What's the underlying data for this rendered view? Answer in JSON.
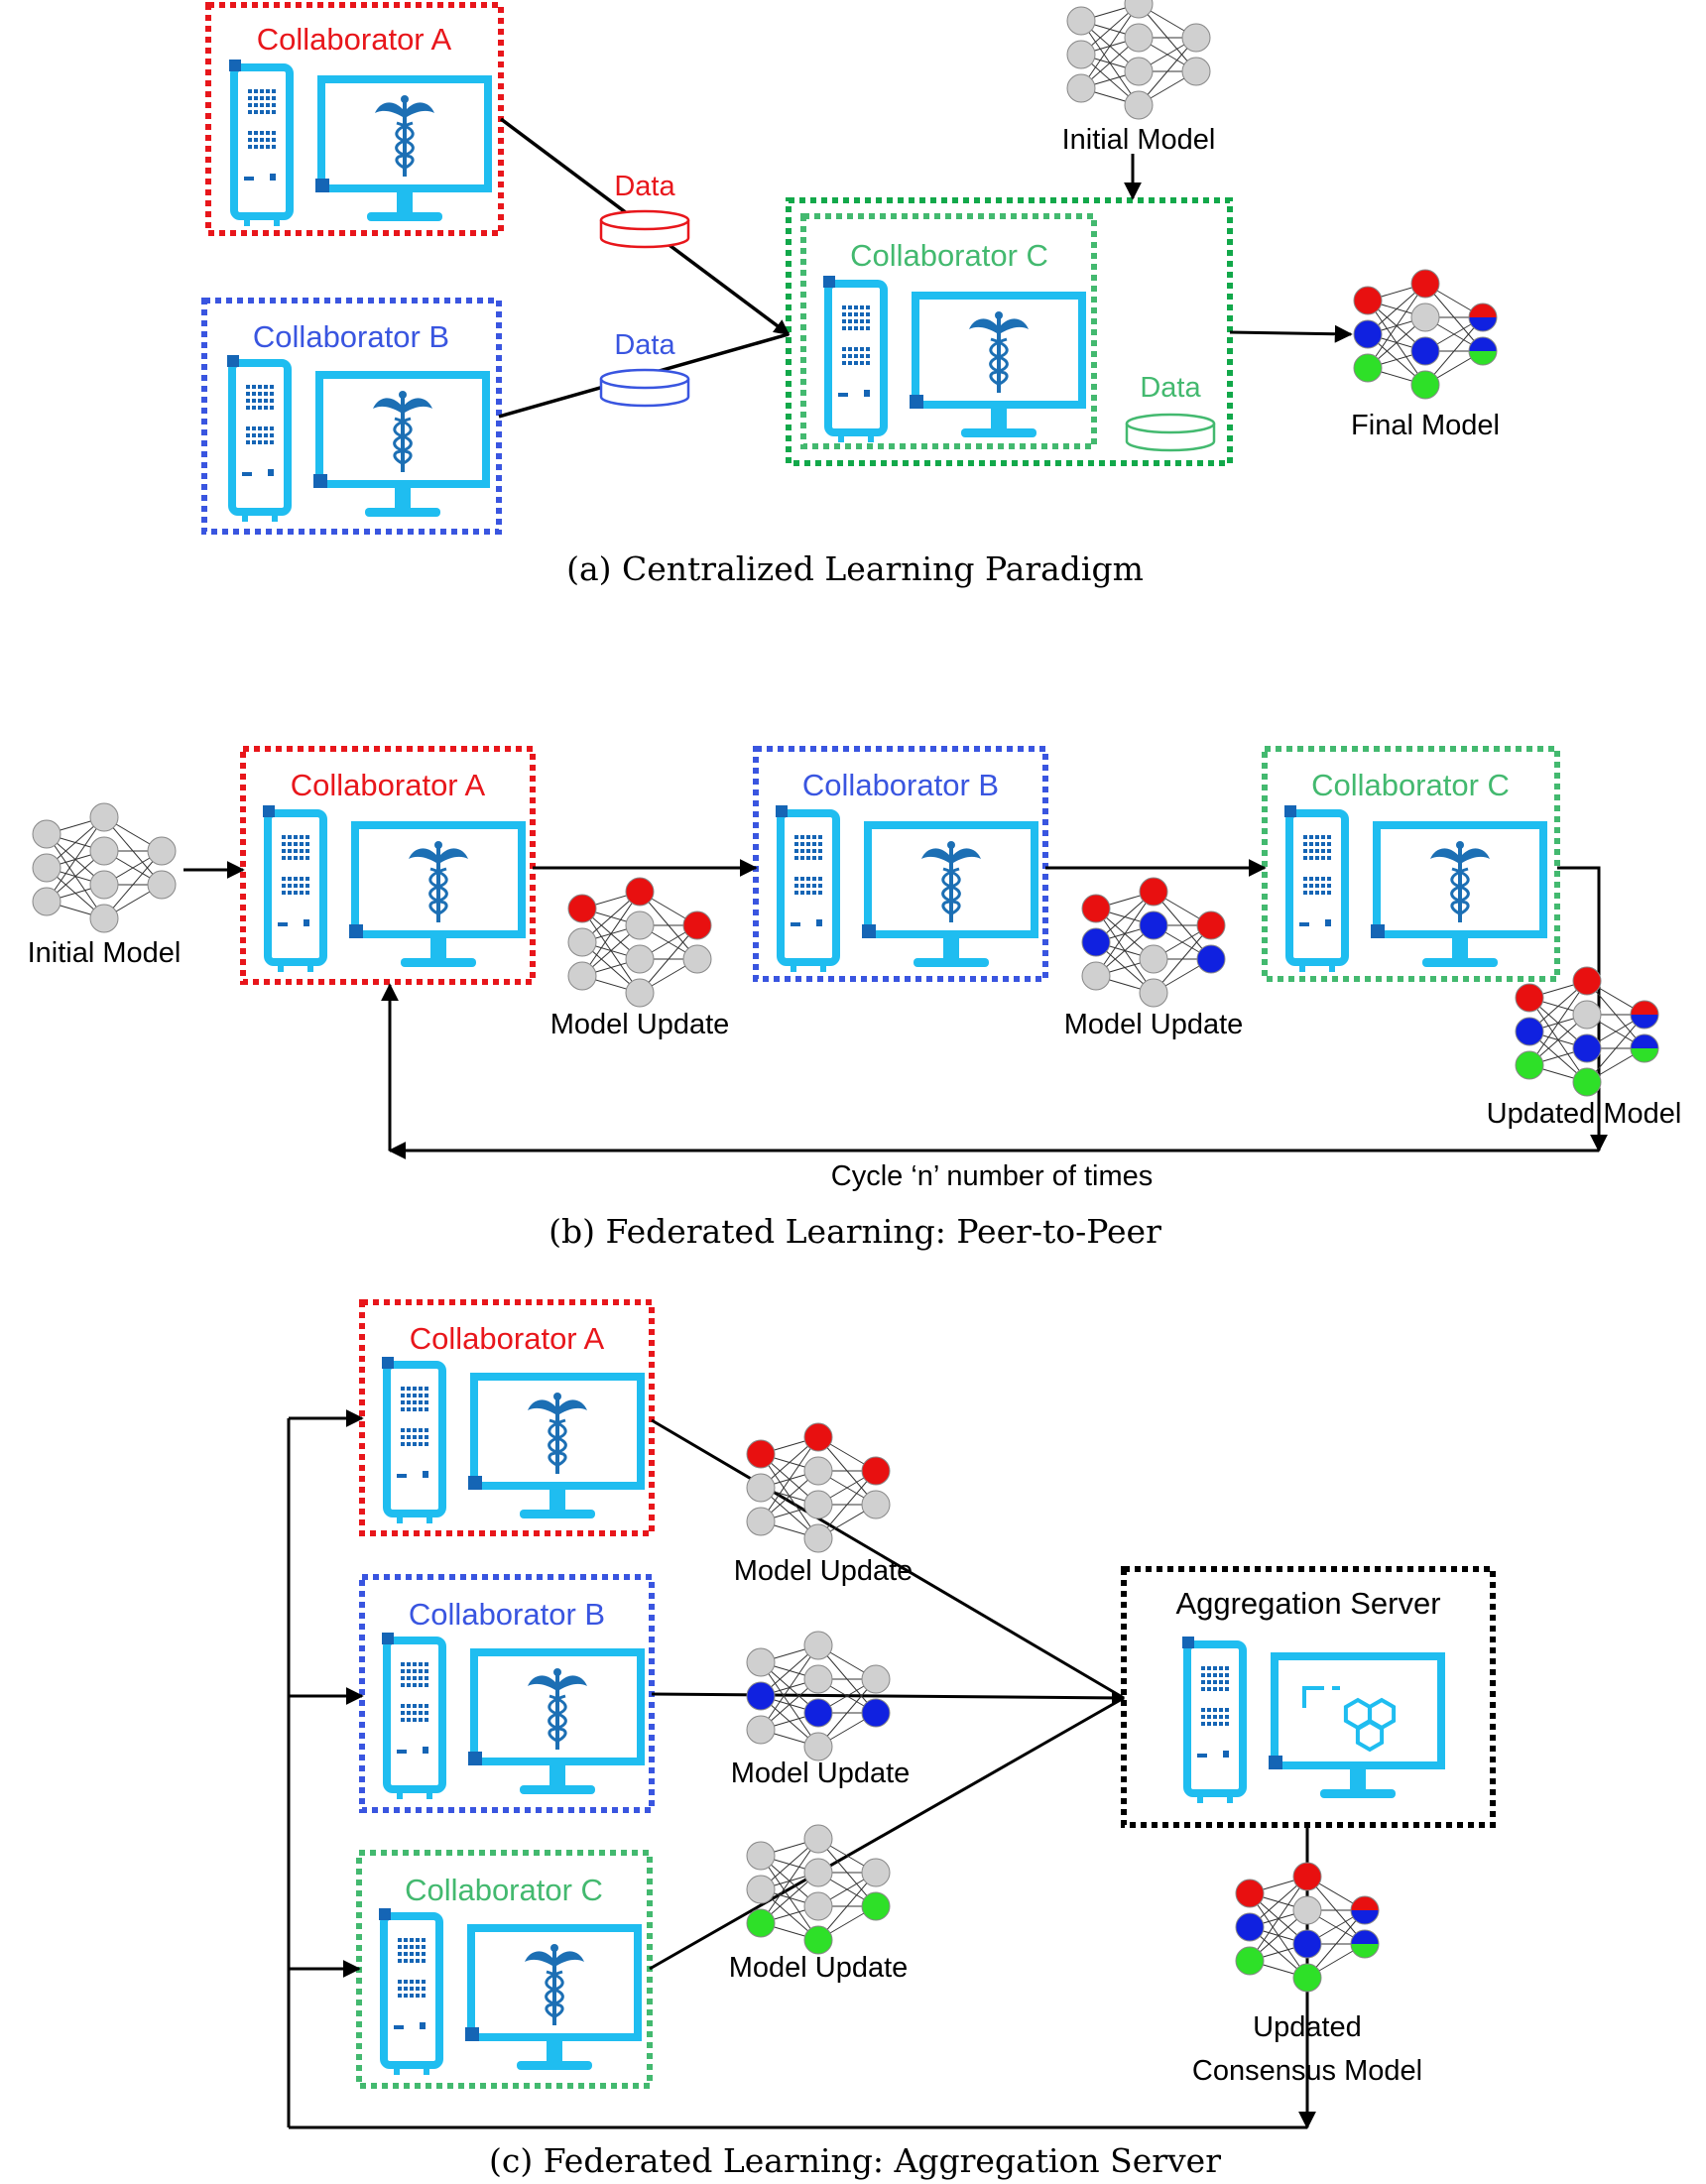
{
  "colors": {
    "collab_a": "#e8161b",
    "collab_b": "#3955e0",
    "collab_c": "#12a84a",
    "collab_c_light": "#43b96f",
    "device": "#1fbdf0",
    "device_dark": "#1565b5",
    "caduceus": "#1c6fb4",
    "node_gray": "#d0d0d0",
    "node_red": "#e81010",
    "node_blue": "#1021e0",
    "node_green": "#2ee028",
    "black": "#000000"
  },
  "panel_a": {
    "caption": "(a) Centralized Learning Paradigm",
    "collab_a": "Collaborator A",
    "collab_b": "Collaborator B",
    "collab_c": "Collaborator C",
    "data_a": "Data",
    "data_b": "Data",
    "data_c": "Data",
    "initial_model": "Initial Model",
    "final_model": "Final Model"
  },
  "panel_b": {
    "caption": "(b) Federated Learning: Peer-to-Peer",
    "initial_model": "Initial Model",
    "collab_a": "Collaborator A",
    "collab_b": "Collaborator B",
    "collab_c": "Collaborator C",
    "update_1": "Model Update",
    "update_2": "Model Update",
    "updated_model": "Updated Model",
    "cycle": "Cycle ‘n’ number of times"
  },
  "panel_c": {
    "caption": "(c) Federated Learning: Aggregation Server",
    "collab_a": "Collaborator A",
    "collab_b": "Collaborator B",
    "collab_c": "Collaborator C",
    "update_a": "Model Update",
    "update_b": "Model Update",
    "update_c": "Model Update",
    "server": "Aggregation Server",
    "consensus_line1": "Updated",
    "consensus_line2": "Consensus Model"
  }
}
